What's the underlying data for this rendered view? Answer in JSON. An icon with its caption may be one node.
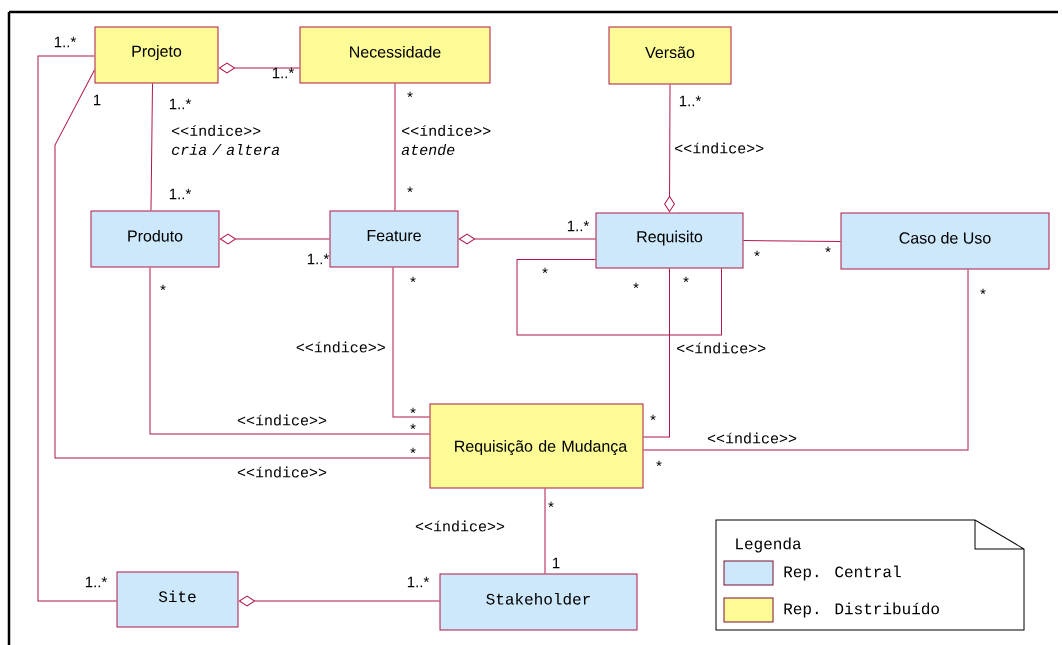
{
  "diagram": {
    "nodes": [
      {
        "text": [
          "Projeto"
        ]
      },
      {
        "text": [
          "Necessidade"
        ]
      },
      {
        "text": [
          "Versão"
        ]
      },
      {
        "text": [
          "Produto"
        ]
      },
      {
        "text": [
          "Feature"
        ]
      },
      {
        "text": [
          "Requisito"
        ]
      },
      {
        "text": [
          "Caso de Uso"
        ]
      },
      {
        "text": [
          "Requisição de Mudança"
        ]
      },
      {
        "text": [
          "Site"
        ]
      },
      {
        "text": [
          "Stakeholder"
        ]
      }
    ],
    "edges": [
      {
        "from": 0,
        "to": 1,
        "arrow": "other"
      },
      {
        "from": 0,
        "to": 3,
        "arrow": "none",
        "label": "<<índice>> *cria / altera*"
      },
      {
        "from": 1,
        "to": 4,
        "arrow": "none",
        "label": "<<índice>> *atende*"
      },
      {
        "from": 5,
        "to": 2,
        "arrow": "other",
        "label": "<<índice>>"
      },
      {
        "from": 3,
        "to": 4,
        "arrow": "other"
      },
      {
        "from": 4,
        "to": 5,
        "arrow": "other"
      },
      {
        "from": 5,
        "to": 6,
        "arrow": "none"
      },
      {
        "from": 5,
        "to": 5,
        "arrow": "none"
      },
      {
        "from": 3,
        "to": 7,
        "arrow": "none",
        "label": "<<índice>>"
      },
      {
        "from": 4,
        "to": 7,
        "arrow": "none",
        "label": "<<índice>>"
      },
      {
        "from": 5,
        "to": 7,
        "arrow": "none",
        "label": "<<índice>>"
      },
      {
        "from": 6,
        "to": 7,
        "arrow": "none",
        "label": "<<índice>>"
      },
      {
        "from": 0,
        "to": 7,
        "arrow": "none",
        "label": "<<índice>>"
      },
      {
        "from": 7,
        "to": 9,
        "arrow": "none",
        "label": "<<índice>>"
      },
      {
        "from": 0,
        "to": 8,
        "arrow": "none"
      },
      {
        "from": 8,
        "to": 9,
        "arrow": "other"
      }
    ],
    "labels": [
      "1..*",
      "1..*",
      "1",
      "1..*",
      "*",
      "1..*",
      "1..*",
      "*",
      "1..*",
      "1..*",
      "*",
      "*",
      "*",
      "*",
      "*",
      "*",
      "*",
      "*",
      "*",
      "*",
      "*",
      "*",
      "*",
      "*",
      "1",
      "1..*",
      "1..*",
      "Legenda"
    ],
    "legend": [
      {
        "text": "Rep. Central",
        "color": "#cce8fa"
      },
      {
        "text": "Rep. Distribuído",
        "color": "#fdfb96"
      }
    ]
  }
}
